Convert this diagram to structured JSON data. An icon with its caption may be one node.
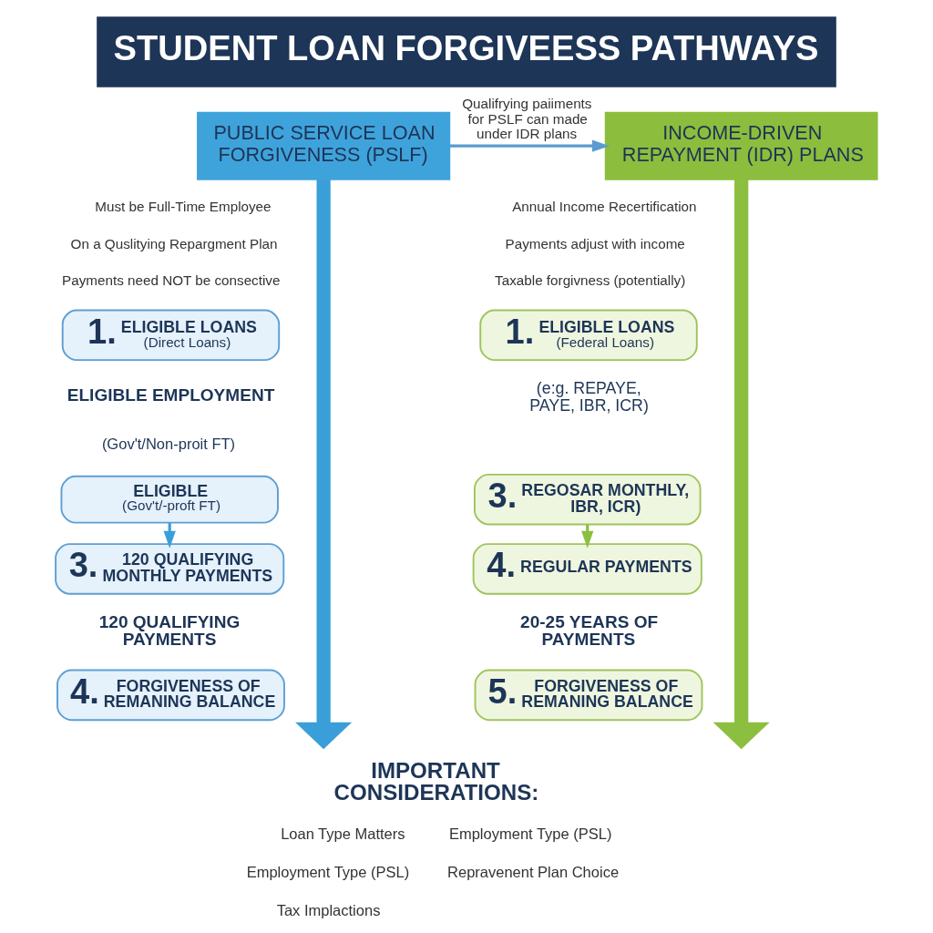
{
  "diagram": {
    "title": "STUDENT LOAN FORGIVEESS PATHWAYS",
    "nodes": [
      {
        "text": [
          "PUBLIC SERVICE LOAN FORGIVENESS (PSLF)"
        ]
      },
      {
        "text": [
          "INCOME-DRIVEN REPAYMENT (IDR) PLANS"
        ]
      },
      {
        "text": [
          "1.",
          "ELIGIBLE LOANS",
          "(Direct Loans)"
        ]
      },
      {
        "text": [
          "ELIGIBLE",
          "(Gov't/-proft FT)"
        ]
      },
      {
        "text": [
          "3.",
          "120 QUALIFYING MONTHLY PAYMENTS"
        ]
      },
      {
        "text": [
          "4.",
          "FORGIVENESS OF REMANING BALANCE"
        ]
      },
      {
        "text": [
          "1.",
          "ELIGIBLE LOANS",
          "(Federal Loans)"
        ]
      },
      {
        "text": [
          "3.",
          "REGOSAR MONTHLY, IBR, ICR)"
        ]
      },
      {
        "text": [
          "4.",
          "REGULAR PAYMENTS"
        ]
      },
      {
        "text": [
          "5.",
          "FORGIVENESS OF REMANING BALANCE"
        ]
      }
    ],
    "edges": [
      {
        "from": 0,
        "to": null,
        "arrow": "to",
        "style": "thick",
        "color": "#3a9fd8"
      },
      {
        "from": 1,
        "to": null,
        "arrow": "to",
        "style": "thick",
        "color": "#8cbf3f"
      },
      {
        "from": 0,
        "to": 1,
        "arrow": "to",
        "label": "Qualifrying paiiments for PSLF can made under IDR plans",
        "color": "#5b9bd0"
      },
      {
        "from": 3,
        "to": 4,
        "arrow": "to",
        "color": "#3a9fd8"
      },
      {
        "from": 7,
        "to": 8,
        "arrow": "to",
        "color": "#8cbf3f"
      }
    ],
    "labels": [
      "Must be Full-Time Employee",
      "On a Quslitying Repargment Plan",
      "Payments need NOT be consective",
      "Annual Income Recertification",
      "Payments adjust with income",
      "Taxable forgivness (potentially)",
      "ELIGIBLE EMPLOYMENT",
      "(Gov't/Non-proit FT)",
      "(e:g. REPAYE, PAYE, IBR, ICR)",
      "120 QUALIFYING PAYMENTS",
      "20-25 YEARS OF PAYMENTS",
      "IMPORTANT CONSIDERATIONS:",
      "Loan Type Matters",
      "Employment Type (PSL)",
      "Tax Implactions",
      "Employment Type (PSL)",
      "Repravenent Plan Choice"
    ]
  }
}
